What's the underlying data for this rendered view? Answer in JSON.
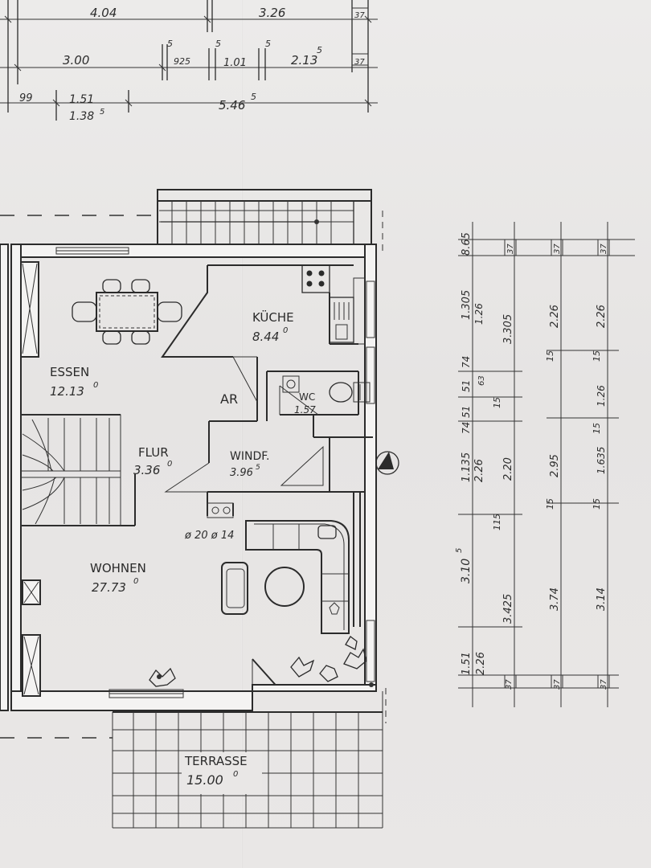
{
  "top_dims": {
    "row1": [
      "4.04",
      "3.26",
      "37"
    ],
    "row2": [
      "3.00",
      "5",
      "925",
      "5",
      "1.01",
      "5",
      "2.13",
      "5",
      "37"
    ],
    "row3": [
      "99",
      "1.51",
      "1.38",
      "5",
      "5.46",
      "5"
    ]
  },
  "rooms": {
    "essen": {
      "name": "ESSEN",
      "area": "12.13",
      "sup": "0"
    },
    "kueche": {
      "name": "KÜCHE",
      "area": "8.44",
      "sup": "0"
    },
    "ar": {
      "name": "AR"
    },
    "wc": {
      "name": "WC",
      "area": "1.57"
    },
    "flur": {
      "name": "FLUR",
      "area": "3.36",
      "sup": "0"
    },
    "windf": {
      "name": "WINDF.",
      "area": "3.96",
      "sup": "5"
    },
    "wohnen": {
      "name": "WOHNEN",
      "area": "27.73",
      "sup": "0"
    },
    "terrasse": {
      "name": "TERRASSE",
      "area": "15.00",
      "sup": "0"
    }
  },
  "chimney_label": "ø 20 ø 14",
  "right_dims": {
    "col1": [
      "8.65",
      "37",
      "1.305",
      "1.26",
      "51",
      "74",
      "63",
      "51",
      "74",
      "1.135",
      "2.26",
      "3.10",
      "5",
      "1.51",
      "2.26",
      "37"
    ],
    "col2": [
      "3.305",
      "15",
      "2.20",
      "115",
      "3.425"
    ],
    "col3": [
      "37",
      "2.26",
      "15",
      "2.95",
      "15",
      "3.74",
      "37"
    ],
    "col4": [
      "37",
      "2.26",
      "15",
      "1.26",
      "15",
      "1.635",
      "15",
      "3.14",
      "37"
    ]
  }
}
